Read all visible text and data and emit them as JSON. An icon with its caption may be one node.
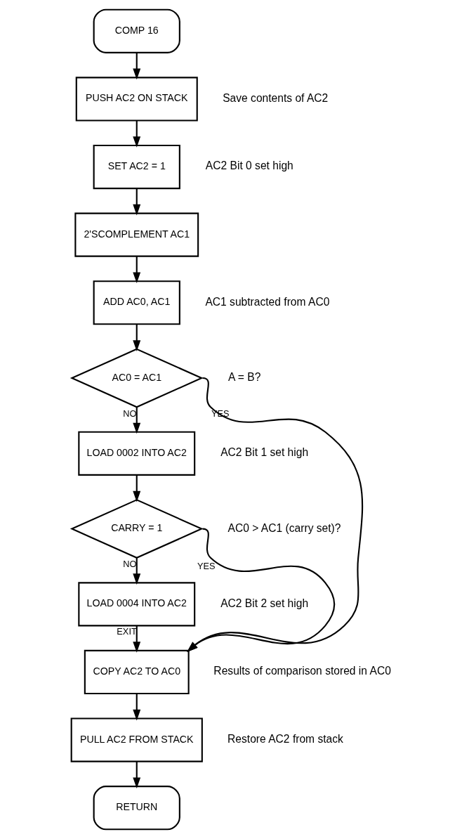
{
  "diagram": {
    "nodes": [
      {
        "text": [
          "COMP 16"
        ]
      },
      {
        "text": [
          "PUSH AC2 ON STACK"
        ],
        "beside": [
          "Save contents of AC2"
        ]
      },
      {
        "text": [
          "SET AC2 = 1"
        ],
        "beside": [
          "AC2 Bit 0 set high"
        ]
      },
      {
        "text": [
          "2'SCOMPLEMENT AC1"
        ]
      },
      {
        "text": [
          "ADD AC0, AC1"
        ],
        "beside": [
          "AC1 subtracted from AC0"
        ]
      },
      {
        "text": [
          "AC0 = AC1"
        ],
        "beside": [
          "A = B?"
        ]
      },
      {
        "text": [
          "LOAD 0002 INTO AC2"
        ],
        "beside": [
          "AC2 Bit 1 set high"
        ]
      },
      {
        "text": [
          "CARRY = 1"
        ],
        "beside": [
          "AC0 > AC1 (carry set)?"
        ]
      },
      {
        "text": [
          "LOAD 0004 INTO AC2"
        ],
        "beside": [
          "AC2 Bit 2 set high"
        ]
      },
      {
        "text": [
          "COPY AC2 TO AC0"
        ],
        "beside": [
          "Results of comparison stored in AC0"
        ]
      },
      {
        "text": [
          "PULL AC2 FROM STACK"
        ],
        "beside": [
          "Restore AC2 from stack"
        ]
      },
      {
        "text": [
          "RETURN"
        ]
      }
    ],
    "edges": [
      {
        "from": 0,
        "to": 1,
        "arrow": "to"
      },
      {
        "from": 1,
        "to": 2,
        "arrow": "to"
      },
      {
        "from": 2,
        "to": 3,
        "arrow": "to"
      },
      {
        "from": 3,
        "to": 4,
        "arrow": "to"
      },
      {
        "from": 4,
        "to": 5,
        "arrow": "to"
      },
      {
        "from": 5,
        "to": 6,
        "arrow": "to",
        "label": "NO"
      },
      {
        "from": 5,
        "to": 9,
        "arrow": "to",
        "label": "YES"
      },
      {
        "from": 6,
        "to": 7,
        "arrow": "to"
      },
      {
        "from": 7,
        "to": 8,
        "arrow": "to",
        "label": "NO"
      },
      {
        "from": 7,
        "to": 9,
        "arrow": "to",
        "label": "YES"
      },
      {
        "from": 8,
        "to": 9,
        "arrow": "to",
        "label": "EXIT"
      },
      {
        "from": 9,
        "to": 10,
        "arrow": "to"
      },
      {
        "from": 10,
        "to": 11,
        "arrow": "to"
      }
    ]
  }
}
